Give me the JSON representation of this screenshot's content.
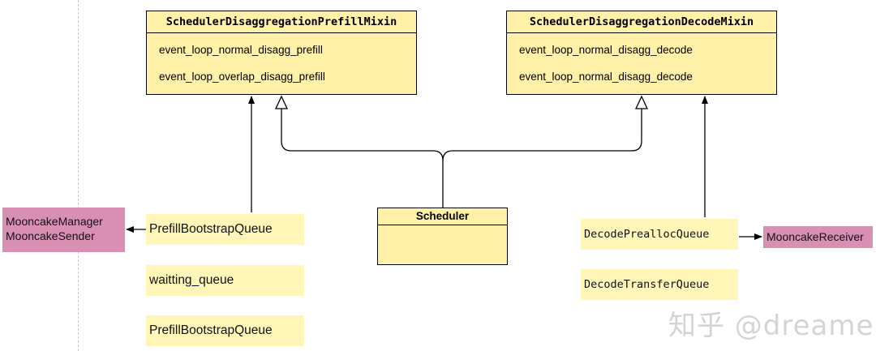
{
  "prefill_mixin": {
    "title": "SchedulerDisaggregationPrefillMixin",
    "methods": [
      "event_loop_normal_disagg_prefill",
      "event_loop_overlap_disagg_prefill"
    ]
  },
  "decode_mixin": {
    "title": "SchedulerDisaggregationDecodeMixin",
    "methods": [
      "event_loop_normal_disagg_decode",
      "event_loop_normal_disagg_decode"
    ]
  },
  "scheduler": {
    "title": "Scheduler"
  },
  "prefill_queues": [
    "PrefillBootstrapQueue",
    "waitting_queue",
    "PrefillBootstrapQueue"
  ],
  "decode_queues": [
    "DecodePreallocQueue",
    "DecodeTransferQueue"
  ],
  "mooncake_left": [
    "MooncakeManager",
    "MooncakeSender"
  ],
  "mooncake_right": "MooncakeReceiver",
  "watermark": "知乎 @dreamer",
  "colors": {
    "class_fill": "#fff2a8",
    "queue_fill": "#fff6b8",
    "pink": "#d98fb4"
  }
}
